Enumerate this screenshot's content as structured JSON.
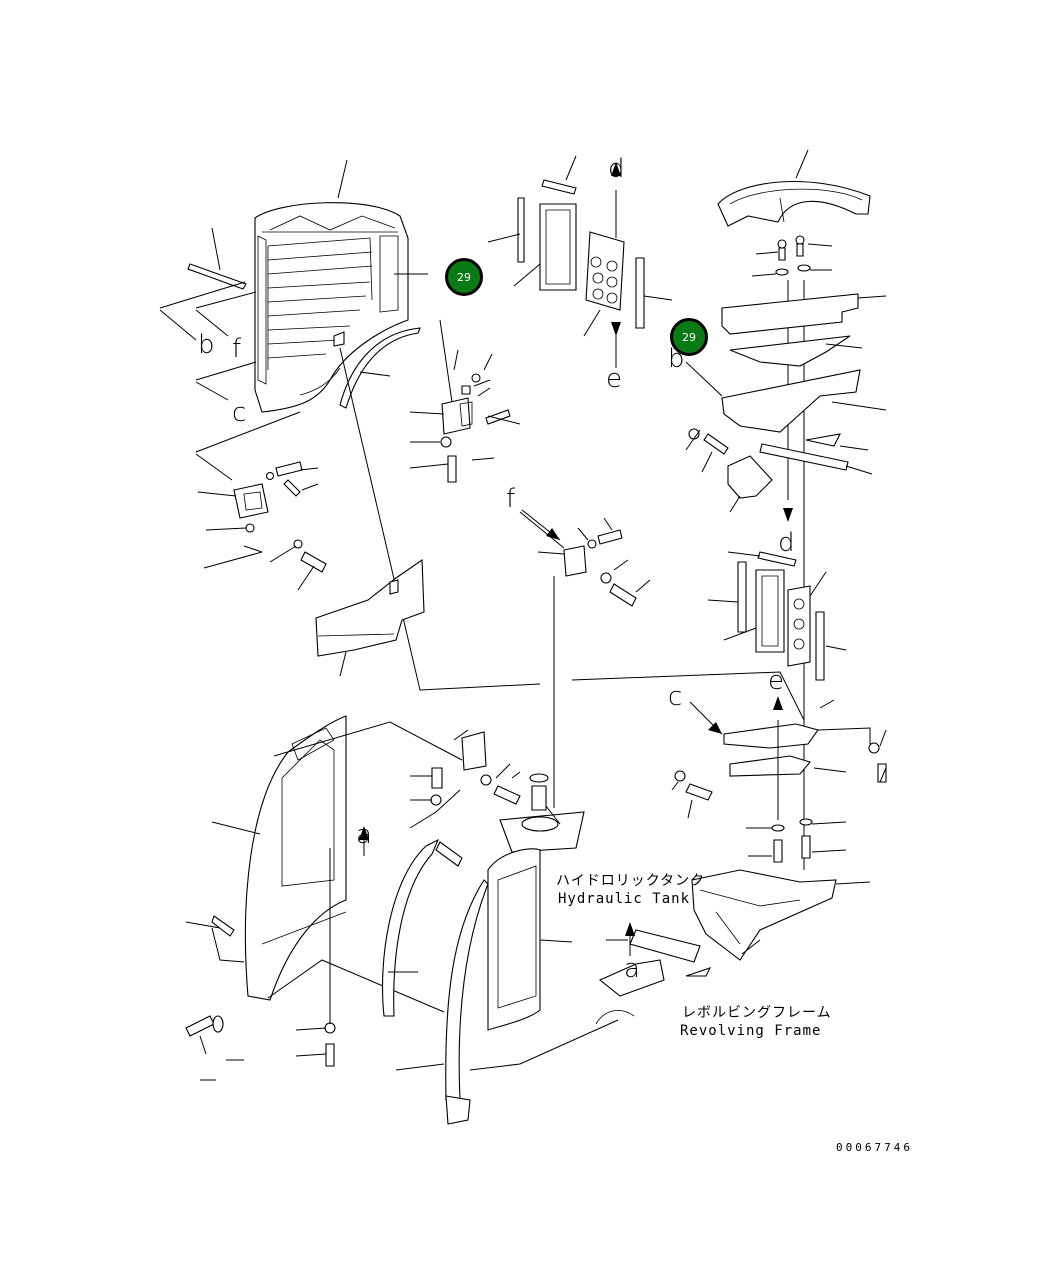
{
  "callouts": {
    "b1": "b",
    "f1": "f",
    "c1": "c",
    "d_top": "d",
    "e_top": "e",
    "b2": "b",
    "d_right": "d",
    "f2": "f",
    "c2": "c",
    "e_right": "e",
    "a1": "a",
    "a2": "a"
  },
  "badges": [
    "29",
    "29"
  ],
  "captions": {
    "hydraulic_tank_jp": "ハイドロリックタンク",
    "hydraulic_tank_en": "Hydraulic Tank",
    "revolving_frame_jp": "レボルビングフレーム",
    "revolving_frame_en": "Revolving Frame"
  },
  "document_number": "00067746"
}
